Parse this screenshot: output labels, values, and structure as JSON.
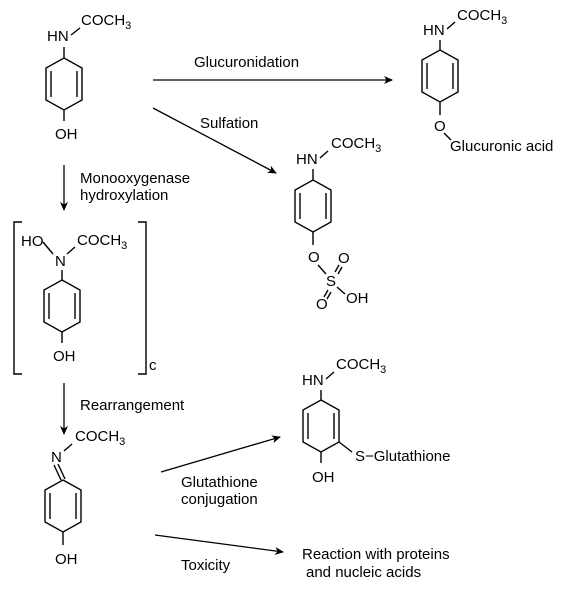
{
  "reactions": {
    "glucuronidation": "Glucuronidation",
    "sulfation": "Sulfation",
    "monooxygenase_line1": "Monooxygenase",
    "monooxygenase_line2": "hydroxylation",
    "rearrangement": "Rearrangement",
    "glutathione_line1": "Glutathione",
    "glutathione_line2": "conjugation",
    "toxicity": "Toxicity"
  },
  "molecules": {
    "acetaminophen": {
      "nh": "HN",
      "acyl": "COCH",
      "acyl_sub": "3",
      "oh": "OH"
    },
    "glucuronide": {
      "nh": "HN",
      "acyl": "COCH",
      "acyl_sub": "3",
      "o": "O",
      "group": "Glucuronic acid"
    },
    "sulfate": {
      "nh": "HN",
      "acyl": "COCH",
      "acyl_sub": "3",
      "o1": "O",
      "s": "S",
      "o2": "O",
      "o3": "O",
      "oh": "OH"
    },
    "hydroxylamine": {
      "ho": "HO",
      "n": "N",
      "acyl": "COCH",
      "acyl_sub": "3",
      "oh": "OH",
      "subscript": "c"
    },
    "napqi": {
      "n": "N",
      "acyl": "COCH",
      "acyl_sub": "3",
      "oh": "OH"
    },
    "gsh_conjugate": {
      "nh": "HN",
      "acyl": "COCH",
      "acyl_sub": "3",
      "group": "S−Glutathione",
      "oh": "OH"
    }
  },
  "outcome": {
    "line1": "Reaction with proteins",
    "line2": "and nucleic acids"
  },
  "colors": {
    "ink": "#000000",
    "background": "#ffffff"
  }
}
